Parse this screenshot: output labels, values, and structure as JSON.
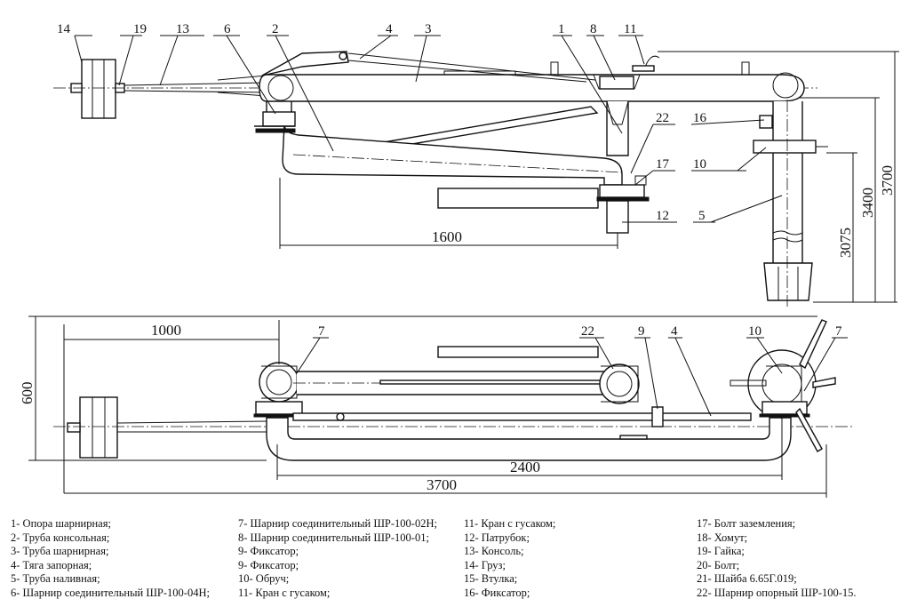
{
  "top_view": {
    "callouts": [
      "14",
      "19",
      "13",
      "6",
      "2",
      "4",
      "3",
      "1",
      "8",
      "11",
      "16",
      "22",
      "10",
      "17",
      "12",
      "5"
    ],
    "dimensions": {
      "d1600": "1600",
      "d3075": "3075",
      "d3400": "3400",
      "d3700": "3700"
    }
  },
  "plan_view": {
    "callouts": [
      "7",
      "22",
      "9",
      "4",
      "10",
      "7"
    ],
    "dimensions": {
      "d1000": "1000",
      "d600": "600",
      "d2400": "2400",
      "d3700": "3700"
    }
  },
  "legend": {
    "col1": [
      "1- Опора шарнирная;",
      "2- Труба консольная;",
      "3- Труба шарнирная;",
      "4- Тяга запорная;",
      "5- Труба наливная;",
      "6- Шарнир соединительный ШР-100-04Н;"
    ],
    "col2": [
      "7- Шарнир соединительный ШР-100-02Н;",
      "8- Шарнир соединительный ШР-100-01;",
      "9- Фиксатор;",
      "9- Фиксатор;",
      "10- Обруч;",
      "11- Кран с гусаком;"
    ],
    "col3": [
      "11- Кран с гусаком;",
      "12- Патрубок;",
      "13- Консоль;",
      "14- Груз;",
      "15- Втулка;",
      "16- Фиксатор;"
    ],
    "col4": [
      "17- Болт заземления;",
      "18- Хомут;",
      "19- Гайка;",
      "20- Болт;",
      "21- Шайба 6.65Г.019;",
      "22- Шарнир опорный ШР-100-15."
    ]
  }
}
